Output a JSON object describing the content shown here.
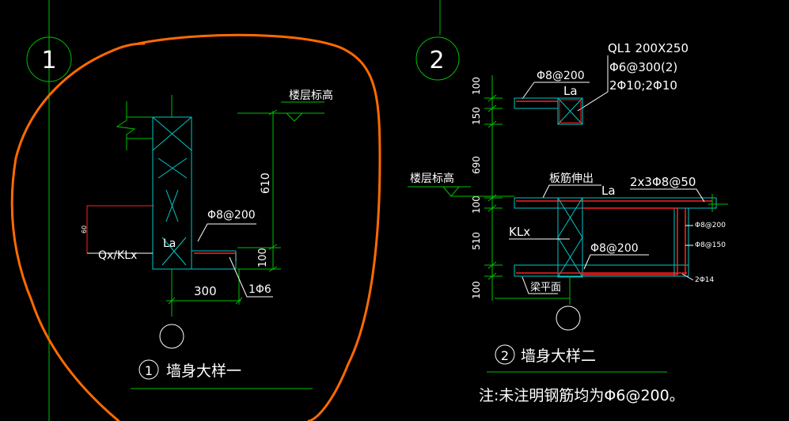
{
  "colors": {
    "background": "#000000",
    "dimension": "#00c000",
    "outline": "#00c8c8",
    "rebar": "#ff2020",
    "text": "#ffffff",
    "markup": "#ff6a00"
  },
  "detail1": {
    "bubble": "1",
    "level_label": "楼层标高",
    "dim_610": "610",
    "rebar_main": "Φ8@200",
    "la": "La",
    "beam_label": "Qx/KLx",
    "dim_100": "100",
    "dim_300": "300",
    "bar_1phi6": "1Φ6",
    "small_dim": "60",
    "title_num": "1",
    "title": "墙身大样一"
  },
  "detail2": {
    "bubble": "2",
    "beam_ql1": "QL1 200X250",
    "stirrup": "Φ6@300(2)",
    "long_bars": "2Φ10;2Φ10",
    "top_rebar": "Φ8@200",
    "la_top": "La",
    "dims_vertical": [
      "100",
      "150",
      "690",
      "100",
      "510",
      "100"
    ],
    "level_label": "楼层标高",
    "slab_extend": "板筋伸出",
    "la_mid": "La",
    "rebar_2x3": "2x3Φ8@50",
    "kl_label": "KLx",
    "rebar_bottom": "Φ8@200",
    "beam_bottom": "梁平面",
    "side_200": "Φ8@200",
    "side_150": "Φ8@150",
    "side_2phi14": "2Φ14",
    "title_num": "2",
    "title": "墙身大样二",
    "note": "注:未注明钢筋均为Φ6@200。"
  }
}
